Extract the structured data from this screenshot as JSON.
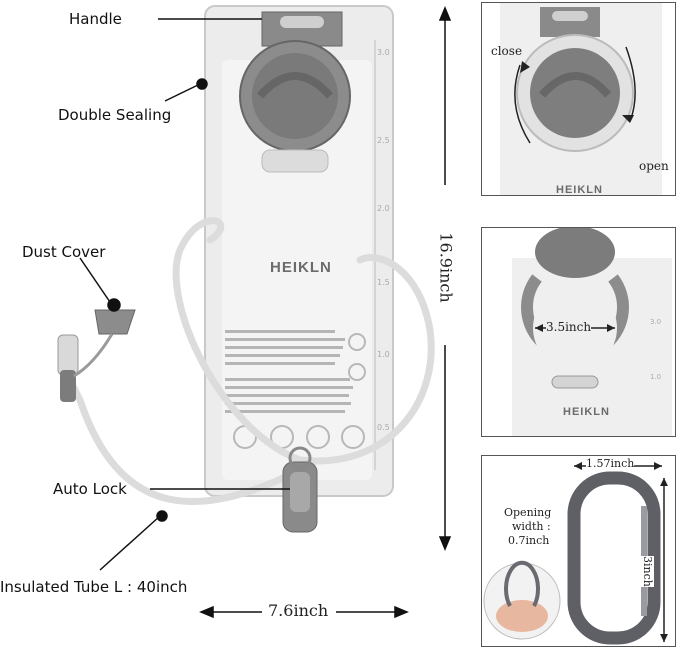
{
  "callouts": {
    "handle": "Handle",
    "double_sealing": "Double Sealing",
    "dust_cover": "Dust Cover",
    "auto_lock": "Auto Lock",
    "tube": "Insulated Tube L : 40inch"
  },
  "dimensions": {
    "height": "16.9inch",
    "width": "7.6inch"
  },
  "brand": "HEIKLN",
  "bladder_scale": [
    "3.0",
    "2.5",
    "2.0",
    "1.5",
    "1.0",
    "0.5"
  ],
  "cap_panel": {
    "close": "close",
    "open": "open",
    "brand": "HEIKLN"
  },
  "ring_panel": {
    "diameter": "3.5inch",
    "brand": "HEIKLN",
    "scale": [
      "3.0",
      "1.0"
    ]
  },
  "carabiner_panel": {
    "width": "1.57inch",
    "height": "3inch",
    "opening_label": "Opening",
    "opening_label_2": "width :",
    "opening_value": "0.7inch"
  },
  "colors": {
    "bladder": "#eeeeee",
    "cap": "#7a7a7a",
    "carabiner": "#5f6066",
    "arrow": "#222222"
  }
}
